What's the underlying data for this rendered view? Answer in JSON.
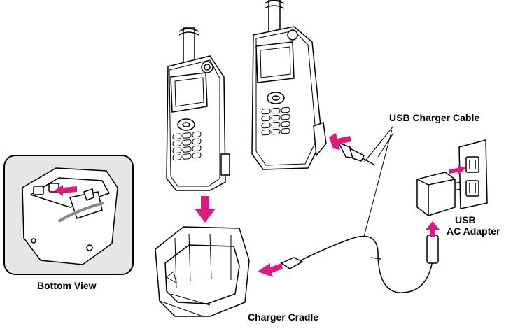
{
  "labels": {
    "usb_charger_cable": "USB Charger Cable",
    "usb_ac_adapter_line1": "USB",
    "usb_ac_adapter_line2": "AC Adapter",
    "bottom_view": "Bottom View",
    "charger_cradle": "Charger Cradle"
  },
  "colors": {
    "arrow": "#e0197d",
    "line": "#000000",
    "inset_bg": "#e6e6e6",
    "device_fill": "#ffffff"
  }
}
